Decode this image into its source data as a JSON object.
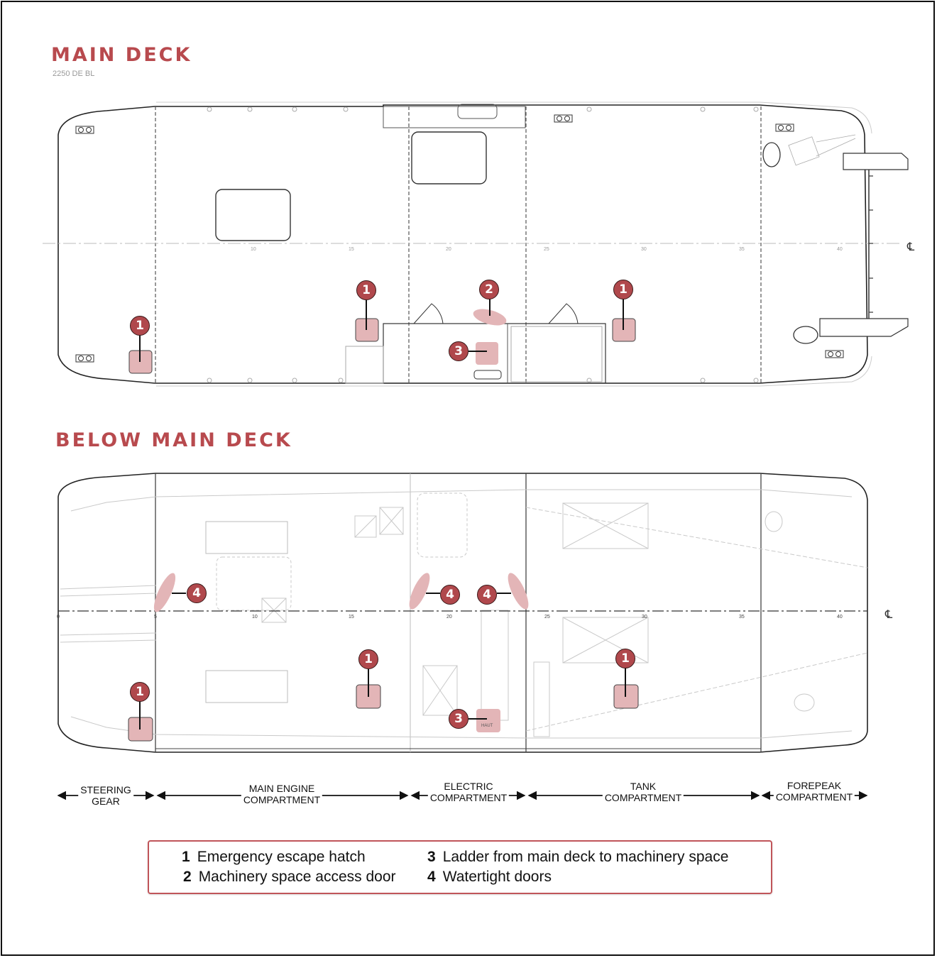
{
  "main_deck": {
    "title": "MAIN DECK",
    "subtitle": "2250 DE BL",
    "frame_labels": [
      "10",
      "15",
      "20",
      "25",
      "30",
      "35",
      "40"
    ],
    "centerline_symbol": "℄",
    "markers": [
      {
        "num": "1",
        "meaning": "emergency-escape-hatch"
      },
      {
        "num": "1",
        "meaning": "emergency-escape-hatch"
      },
      {
        "num": "2",
        "meaning": "machinery-space-access-door"
      },
      {
        "num": "3",
        "meaning": "ladder"
      },
      {
        "num": "1",
        "meaning": "emergency-escape-hatch"
      }
    ]
  },
  "below_deck": {
    "title": "BELOW MAIN DECK",
    "frame_labels": [
      "0",
      "5",
      "10",
      "15",
      "20",
      "25",
      "30",
      "35",
      "40"
    ],
    "centerline_symbol": "℄",
    "hatch_label": "HAUT",
    "markers": [
      {
        "num": "4",
        "meaning": "watertight-door"
      },
      {
        "num": "4",
        "meaning": "watertight-door"
      },
      {
        "num": "4",
        "meaning": "watertight-door"
      },
      {
        "num": "1",
        "meaning": "emergency-escape-hatch"
      },
      {
        "num": "1",
        "meaning": "emergency-escape-hatch"
      },
      {
        "num": "3",
        "meaning": "ladder"
      },
      {
        "num": "1",
        "meaning": "emergency-escape-hatch"
      }
    ]
  },
  "compartments": [
    {
      "line1": "STEERING",
      "line2": "GEAR"
    },
    {
      "line1": "MAIN ENGINE",
      "line2": "COMPARTMENT"
    },
    {
      "line1": "ELECTRIC",
      "line2": "COMPARTMENT"
    },
    {
      "line1": "TANK",
      "line2": "COMPARTMENT"
    },
    {
      "line1": "FOREPEAK",
      "line2": "COMPARTMENT"
    }
  ],
  "legend": [
    {
      "num": "1",
      "label": "Emergency escape hatch"
    },
    {
      "num": "2",
      "label": "Machinery space access door"
    },
    {
      "num": "3",
      "label": "Ladder from main deck to machinery space"
    },
    {
      "num": "4",
      "label": "Watertight doors"
    }
  ],
  "colors": {
    "accent": "#b84a4e",
    "marker_fill": "#b0484c",
    "highlight_fill": "#e3b5b7",
    "line": "#222222"
  }
}
